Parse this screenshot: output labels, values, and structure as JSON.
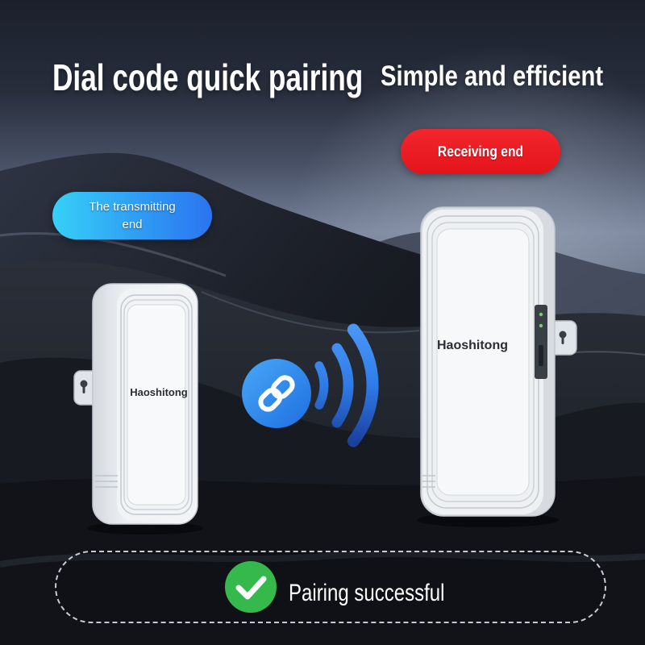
{
  "headline": {
    "main": "Dial code quick pairing",
    "sub": "Simple and efficient"
  },
  "labels": {
    "receiving": "Receiving end",
    "transmitting": "The transmitting end"
  },
  "devices": {
    "transmitter_brand": "Haoshitong",
    "receiver_brand": "Haoshitong"
  },
  "status": {
    "text": "Pairing successful",
    "icon": "check-circle-icon"
  },
  "icons": {
    "link": "link-icon",
    "signal": "signal-waves-icon",
    "mount": "keyhole-mount-icon"
  },
  "colors": {
    "receiving_pill": "#ec1c24",
    "transmitting_pill_start": "#37d0f7",
    "transmitting_pill_end": "#2b74f0",
    "link_circle": "#2f86ee",
    "signal_waves": "#2f7ce8",
    "success_green": "#35b94d",
    "device_body": "#eef0f2"
  }
}
